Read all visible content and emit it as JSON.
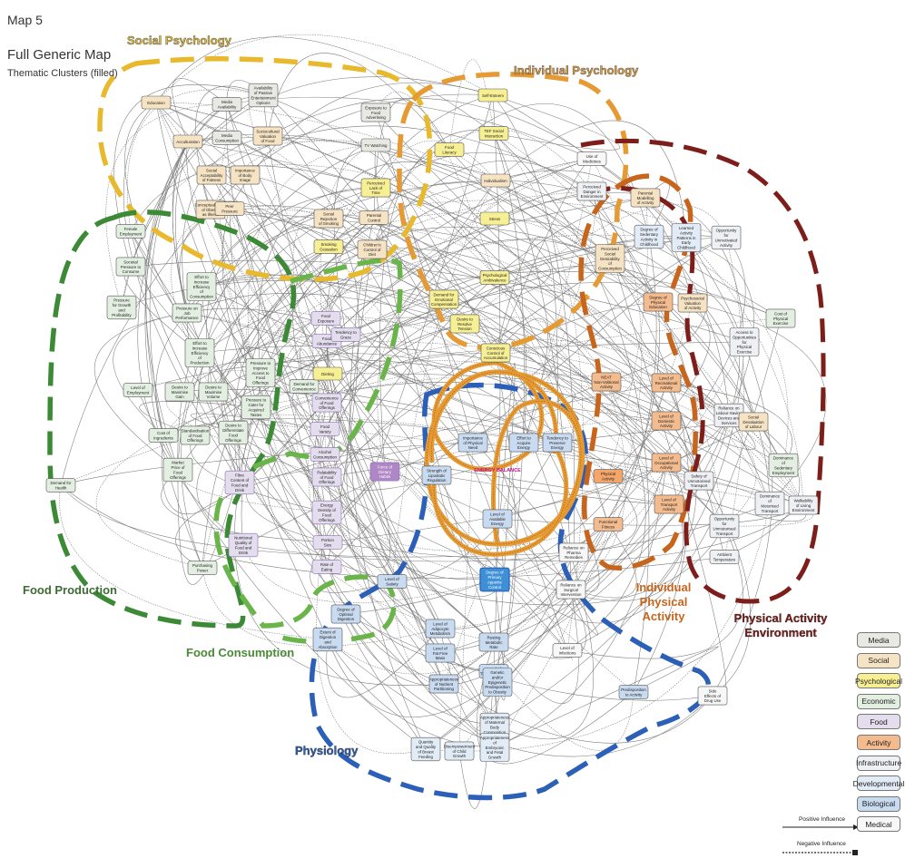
{
  "header": {
    "map_label": "Map 5",
    "title": "Full Generic Map",
    "subtitle": "Thematic Clusters (filled)"
  },
  "center_label": "ENERGY BALANCE",
  "clusters": [
    {
      "name": "Social Psychology",
      "color": "#e8b92c"
    },
    {
      "name": "Individual Psychology",
      "color": "#e69a33"
    },
    {
      "name": "Food Production",
      "color": "#3d8a36"
    },
    {
      "name": "Food Consumption",
      "color": "#6ab54a"
    },
    {
      "name": "Physiology",
      "color": "#2b5fb8"
    },
    {
      "name": "Individual Physical Activity",
      "color": "#c8651c"
    },
    {
      "name": "Physical Activity Environment",
      "color": "#7d1e1a"
    }
  ],
  "legend": [
    {
      "label": "Media",
      "color": "#e9e9e4"
    },
    {
      "label": "Social",
      "color": "#f6e3c4"
    },
    {
      "label": "Psychological",
      "color": "#f7ef93"
    },
    {
      "label": "Economic",
      "color": "#e3efe1"
    },
    {
      "label": "Food",
      "color": "#e3dded"
    },
    {
      "label": "Activity",
      "color": "#f3bb8e"
    },
    {
      "label": "Infrastructure",
      "color": "#eef0f4"
    },
    {
      "label": "Developmental",
      "color": "#e2ecf6"
    },
    {
      "label": "Biological",
      "color": "#c9dbf0"
    },
    {
      "label": "Medical",
      "color": "#f7f7f7"
    }
  ],
  "influence_key": {
    "positive": "Positive Influence",
    "negative": "Negative Influence"
  },
  "nodes": [
    {
      "label": "Education",
      "cat": "Social"
    },
    {
      "label": "Media Availability",
      "cat": "Media"
    },
    {
      "label": "Availability of Passive Entertainment Options",
      "cat": "Media"
    },
    {
      "label": "Acculturation",
      "cat": "Social"
    },
    {
      "label": "Media Consumption",
      "cat": "Media"
    },
    {
      "label": "Sociocultural Valuation of Food",
      "cat": "Social"
    },
    {
      "label": "Social Acceptability of Fatness",
      "cat": "Social"
    },
    {
      "label": "Importance of Body Image",
      "cat": "Social"
    },
    {
      "label": "Conceptualisation of Obesity as Illness",
      "cat": "Social"
    },
    {
      "label": "Peer Pressure",
      "cat": "Social"
    },
    {
      "label": "Exposure to Food Advertising",
      "cat": "Media"
    },
    {
      "label": "TV Watching",
      "cat": "Media"
    },
    {
      "label": "Perceived Lack of Time",
      "cat": "Psychological"
    },
    {
      "label": "Social Rejection of Smoking",
      "cat": "Social"
    },
    {
      "label": "Parental Control",
      "cat": "Social"
    },
    {
      "label": "Smoking Cessation",
      "cat": "Psychological"
    },
    {
      "label": "Children's Control of Diet",
      "cat": "Social"
    },
    {
      "label": "Self-Esteem",
      "cat": "Psychological"
    },
    {
      "label": "TEF Social Interaction",
      "cat": "Psychological"
    },
    {
      "label": "Food Literacy",
      "cat": "Psychological"
    },
    {
      "label": "Individualism",
      "cat": "Social"
    },
    {
      "label": "Stress",
      "cat": "Psychological"
    },
    {
      "label": "Psychological Ambivalence",
      "cat": "Psychological"
    },
    {
      "label": "Demand for Emotional Compensation",
      "cat": "Psychological"
    },
    {
      "label": "Desire to Resolve Tension",
      "cat": "Psychological"
    },
    {
      "label": "Conscious Control of Accumulation",
      "cat": "Psychological"
    },
    {
      "label": "Use of Medicines",
      "cat": "Medical"
    },
    {
      "label": "Perceived Danger in Environment",
      "cat": "Infrastructure"
    },
    {
      "label": "Parental Modelling of Activity",
      "cat": "Social"
    },
    {
      "label": "Degree of Sedentary Activity in Childhood",
      "cat": "Developmental"
    },
    {
      "label": "Learned Activity Patterns in Early Childhood",
      "cat": "Developmental"
    },
    {
      "label": "Opportunity for Unmotivated Activity",
      "cat": "Infrastructure"
    },
    {
      "label": "Perceived Social Desirability of Consumption",
      "cat": "Social"
    },
    {
      "label": "Female Employment",
      "cat": "Economic"
    },
    {
      "label": "Societal Pressure to Consume",
      "cat": "Economic"
    },
    {
      "label": "Effort to Increase Efficiency of Consumption",
      "cat": "Economic"
    },
    {
      "label": "Pressure for Growth and Profitability",
      "cat": "Economic"
    },
    {
      "label": "Pressure on Job Performance",
      "cat": "Economic"
    },
    {
      "label": "Effort to Increase Efficiency of Production",
      "cat": "Economic"
    },
    {
      "label": "Level of Employment",
      "cat": "Economic"
    },
    {
      "label": "Desire to Maximise Gain",
      "cat": "Economic"
    },
    {
      "label": "Desire to Maximise Volume",
      "cat": "Economic"
    },
    {
      "label": "Cost of Ingredients",
      "cat": "Economic"
    },
    {
      "label": "Standardisation of Food Offerings",
      "cat": "Economic"
    },
    {
      "label": "Desire to Differentiate Food Offerings",
      "cat": "Economic"
    },
    {
      "label": "Market Price of Food Offerings",
      "cat": "Economic"
    },
    {
      "label": "Demand for Health",
      "cat": "Economic"
    },
    {
      "label": "Pressure to Improve Access to Food Offerings",
      "cat": "Economic"
    },
    {
      "label": "Pressure to Cater for Acquired Tastes",
      "cat": "Economic"
    },
    {
      "label": "Demand for Convenience",
      "cat": "Economic"
    },
    {
      "label": "Food Exposure",
      "cat": "Food"
    },
    {
      "label": "Food Abundance",
      "cat": "Food"
    },
    {
      "label": "Tendency to Graze",
      "cat": "Food"
    },
    {
      "label": "Dieting",
      "cat": "Psychological"
    },
    {
      "label": "Convenience of Food Offerings",
      "cat": "Food"
    },
    {
      "label": "Food Variety",
      "cat": "Food"
    },
    {
      "label": "Alcohol Consumption",
      "cat": "Food"
    },
    {
      "label": "Palatability of Food Offerings",
      "cat": "Food"
    },
    {
      "label": "Energy Density of Food Offerings",
      "cat": "Food"
    },
    {
      "label": "Portion Size",
      "cat": "Food"
    },
    {
      "label": "Rate of Eating",
      "cat": "Food"
    },
    {
      "label": "Force of Dietary Habits",
      "cat": "Food"
    },
    {
      "label": "Fibre Content of Food and Drink",
      "cat": "Food"
    },
    {
      "label": "Nutritional Quality of Food and Drink",
      "cat": "Food"
    },
    {
      "label": "Purchasing Power",
      "cat": "Economic"
    },
    {
      "label": "Strength of Lipostatic Regulation",
      "cat": "Biological"
    },
    {
      "label": "Importance of Physical Need",
      "cat": "Biological"
    },
    {
      "label": "Effort to Acquire Energy",
      "cat": "Biological"
    },
    {
      "label": "Tendency to Preserve Energy",
      "cat": "Biological"
    },
    {
      "label": "Level of Available Energy",
      "cat": "Biological"
    },
    {
      "label": "Level of Satiety",
      "cat": "Biological"
    },
    {
      "label": "Degree of Primary Appetite Control",
      "cat": "Biological"
    },
    {
      "label": "Reliance on Pharma Remedies",
      "cat": "Medical"
    },
    {
      "label": "Reliance on Surgical Intervention",
      "cat": "Medical"
    },
    {
      "label": "Degree of Optimal Digestion",
      "cat": "Biological"
    },
    {
      "label": "Extent of Digestion and Absorption",
      "cat": "Biological"
    },
    {
      "label": "Level of Adipocyte Metabolism",
      "cat": "Biological"
    },
    {
      "label": "Level of Fat Free Mass",
      "cat": "Biological"
    },
    {
      "label": "Resting Metabolic Rate",
      "cat": "Biological"
    },
    {
      "label": "Level of Thermogenesis",
      "cat": "Biological"
    },
    {
      "label": "Level of Infections",
      "cat": "Medical"
    },
    {
      "label": "Appropriateness of Nutrient Partitioning",
      "cat": "Biological"
    },
    {
      "label": "Genetic and/or Epigenetic Predisposition to Obesity",
      "cat": "Biological"
    },
    {
      "label": "Predisposition to Activity",
      "cat": "Biological"
    },
    {
      "label": "Side Effects of Drug Use",
      "cat": "Medical"
    },
    {
      "label": "Appropriateness of Maternal Body Composition",
      "cat": "Developmental"
    },
    {
      "label": "Quantity and Quality of Breast Feeding",
      "cat": "Developmental"
    },
    {
      "label": "Disempowerment of Child Growth",
      "cat": "Developmental"
    },
    {
      "label": "Appropriateness of Embryonic and Fetal Growth",
      "cat": "Developmental"
    },
    {
      "label": "NEAT Non-Volitional Activity",
      "cat": "Activity"
    },
    {
      "label": "Level of Recreational Activity",
      "cat": "Activity"
    },
    {
      "label": "Degree of Physical Education",
      "cat": "Activity"
    },
    {
      "label": "Psychosocial Valuation of Activity",
      "cat": "Social"
    },
    {
      "label": "Level of Domestic Activity",
      "cat": "Activity"
    },
    {
      "label": "Level of Occupational Activity",
      "cat": "Activity"
    },
    {
      "label": "Level of Transport Activity",
      "cat": "Activity"
    },
    {
      "label": "Physical Activity",
      "cat": "Activity"
    },
    {
      "label": "Functional Fitness",
      "cat": "Activity"
    },
    {
      "label": "Access to Opportunities for Physical Exercise",
      "cat": "Infrastructure"
    },
    {
      "label": "Cost of Physical Exercise",
      "cat": "Economic"
    },
    {
      "label": "Reliance on Labour-Saving Devices and Services",
      "cat": "Infrastructure"
    },
    {
      "label": "Social Devaluation of Labour",
      "cat": "Social"
    },
    {
      "label": "Safety of Unmotorised Transport",
      "cat": "Infrastructure"
    },
    {
      "label": "Dominance of Sedentary Employment",
      "cat": "Economic"
    },
    {
      "label": "Dominance of Motorised Transport",
      "cat": "Infrastructure"
    },
    {
      "label": "Walkability of Living Environment",
      "cat": "Infrastructure"
    },
    {
      "label": "Opportunity for Unmotorised Transport",
      "cat": "Infrastructure"
    },
    {
      "label": "Ambient Temperature",
      "cat": "Infrastructure"
    }
  ]
}
